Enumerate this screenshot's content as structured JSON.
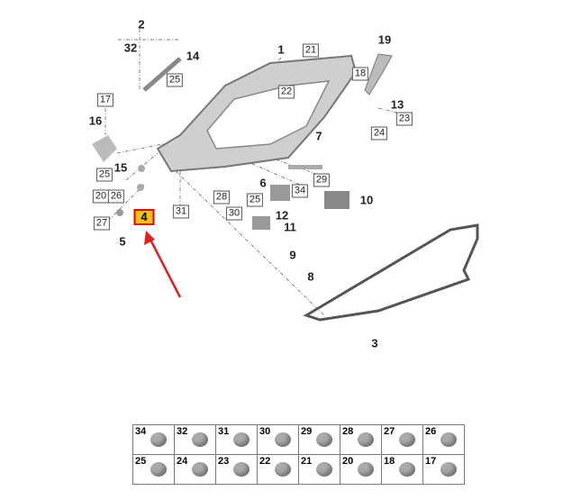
{
  "callouts": [
    "2",
    "32",
    "14",
    "1",
    "19",
    "16",
    "13",
    "7",
    "15",
    "6",
    "10",
    "12",
    "11",
    "5",
    "9",
    "8",
    "3"
  ],
  "boxed": [
    "21",
    "18",
    "25",
    "22",
    "17",
    "23",
    "24",
    "25",
    "29",
    "20",
    "26",
    "34",
    "28",
    "25",
    "31",
    "30",
    "27"
  ],
  "highlighted": "4",
  "colors": {
    "highlight": "#f3c31b",
    "arrow": "#e02020"
  },
  "parts_table": [
    [
      "34",
      "32",
      "31",
      "30",
      "29",
      "28",
      "27",
      "26"
    ],
    [
      "25",
      "24",
      "23",
      "22",
      "21",
      "20",
      "18",
      "17"
    ]
  ]
}
